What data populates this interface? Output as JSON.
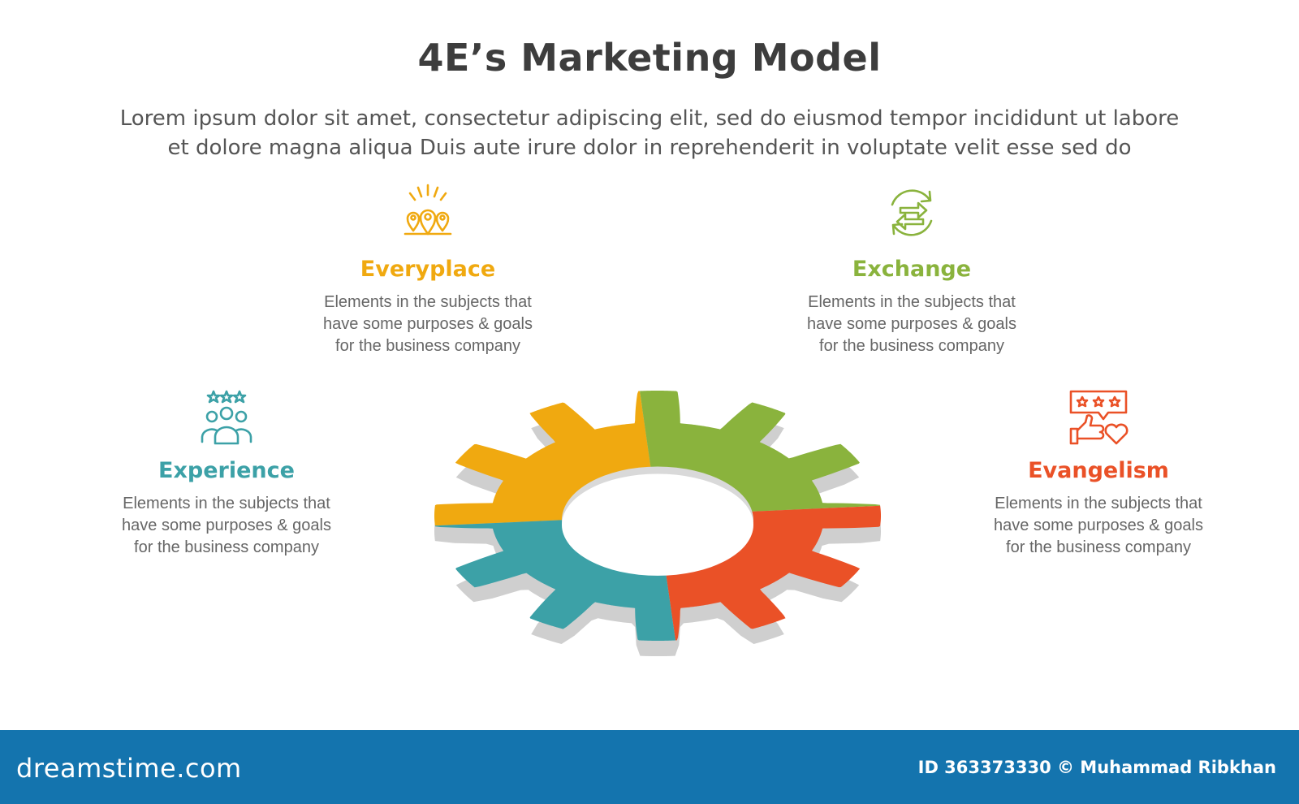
{
  "header": {
    "title": "4E’s Marketing Model",
    "subtitle_lines": [
      "Lorem ipsum dolor sit amet, consectetur adipiscing elit, sed do eiusmod tempor incididunt ut labore",
      "et dolore magna aliqua Duis aute irure dolor in reprehenderit in voluptate velit esse sed do"
    ]
  },
  "items": [
    {
      "name": "Everyplace",
      "color": "#f0a910",
      "icon": "location-pins-icon",
      "desc_lines": [
        "Elements in the subjects that",
        "have  some purposes & goals",
        "for the  business company"
      ]
    },
    {
      "name": "Exchange",
      "color": "#8ab33d",
      "icon": "exchange-arrows-icon",
      "desc_lines": [
        "Elements in the subjects that",
        "have  some purposes & goals",
        "for the  business company"
      ]
    },
    {
      "name": "Experience",
      "color": "#3ca1a7",
      "icon": "people-rating-icon",
      "desc_lines": [
        "Elements in the subjects that",
        "have  some purposes & goals",
        "for the  business company"
      ]
    },
    {
      "name": "Evangelism",
      "color": "#ea5127",
      "icon": "review-like-icon",
      "desc_lines": [
        "Elements in the subjects that",
        "have  some purposes & goals",
        "for the  business company"
      ]
    }
  ],
  "gear": {
    "segments": [
      "Everyplace",
      "Exchange",
      "Evangelism",
      "Experience"
    ],
    "shadow_color": "#cfcfcf"
  },
  "footer": {
    "brand": "dreamstime.com",
    "credit": "ID 363373330 © Muhammad Ribkhan",
    "background": "#1474ae"
  }
}
